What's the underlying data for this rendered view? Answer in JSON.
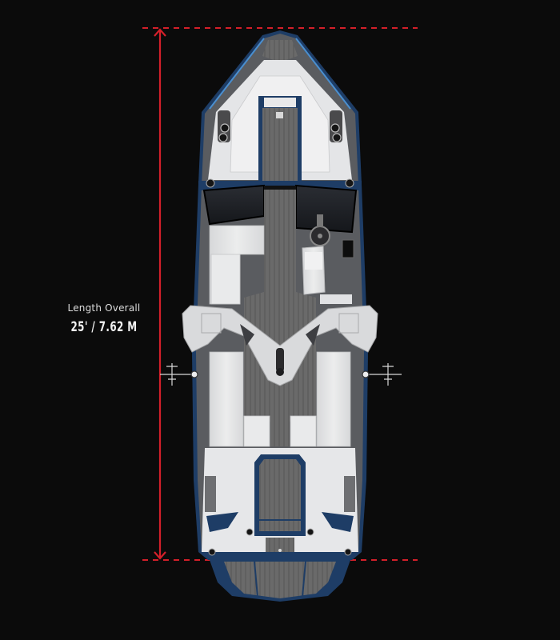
{
  "diagram": {
    "subject": "Wake boat top-down view",
    "dimension": {
      "label": "Length Overall",
      "value": "25' / 7.62 M"
    }
  },
  "colors": {
    "background": "#0b0b0b",
    "dimension_line": "#d4202a",
    "hull_blue": "#1e3d66",
    "hull_highlight": "#4a8fd0",
    "upholstery": "#e6e7e9",
    "deck_mat": "#6b6b6b"
  }
}
